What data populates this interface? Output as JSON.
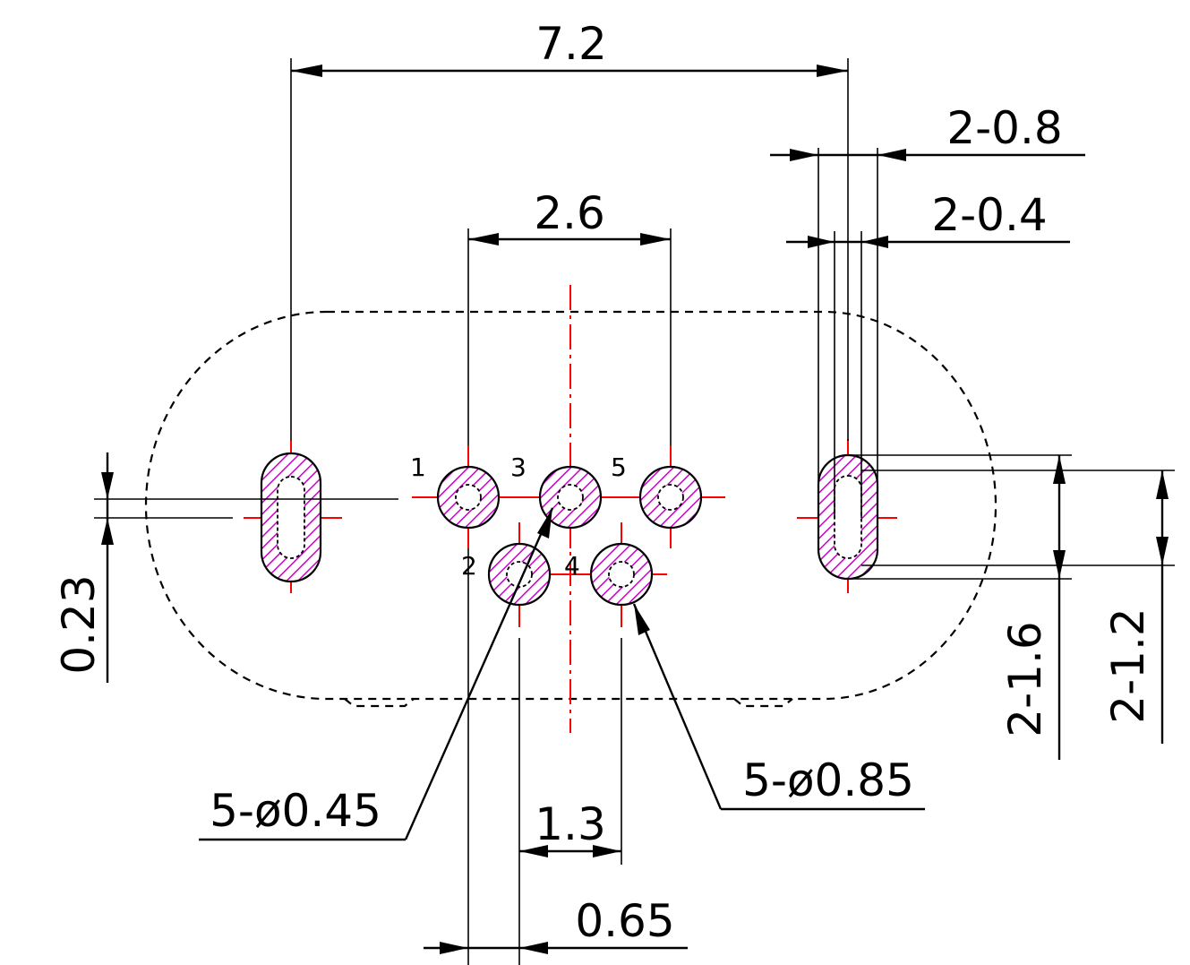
{
  "dimensions": {
    "d_7_2": "7.2",
    "d_2_0_8": "2-0.8",
    "d_2_0_4": "2-0.4",
    "d_2_6": "2.6",
    "d_0_23": "0.23",
    "d_2_1_6": "2-1.6",
    "d_2_1_2": "2-1.2",
    "d_5_phi_0_45": "5-ø0.45",
    "d_5_phi_0_85": "5-ø0.85",
    "d_1_3": "1.3",
    "d_0_65": "0.65"
  },
  "pins": {
    "p1": "1",
    "p2": "2",
    "p3": "3",
    "p4": "4",
    "p5": "5"
  },
  "colors": {
    "pad_hatch": "#cc00cc",
    "center_line": "#ff0000",
    "line": "#000000"
  }
}
